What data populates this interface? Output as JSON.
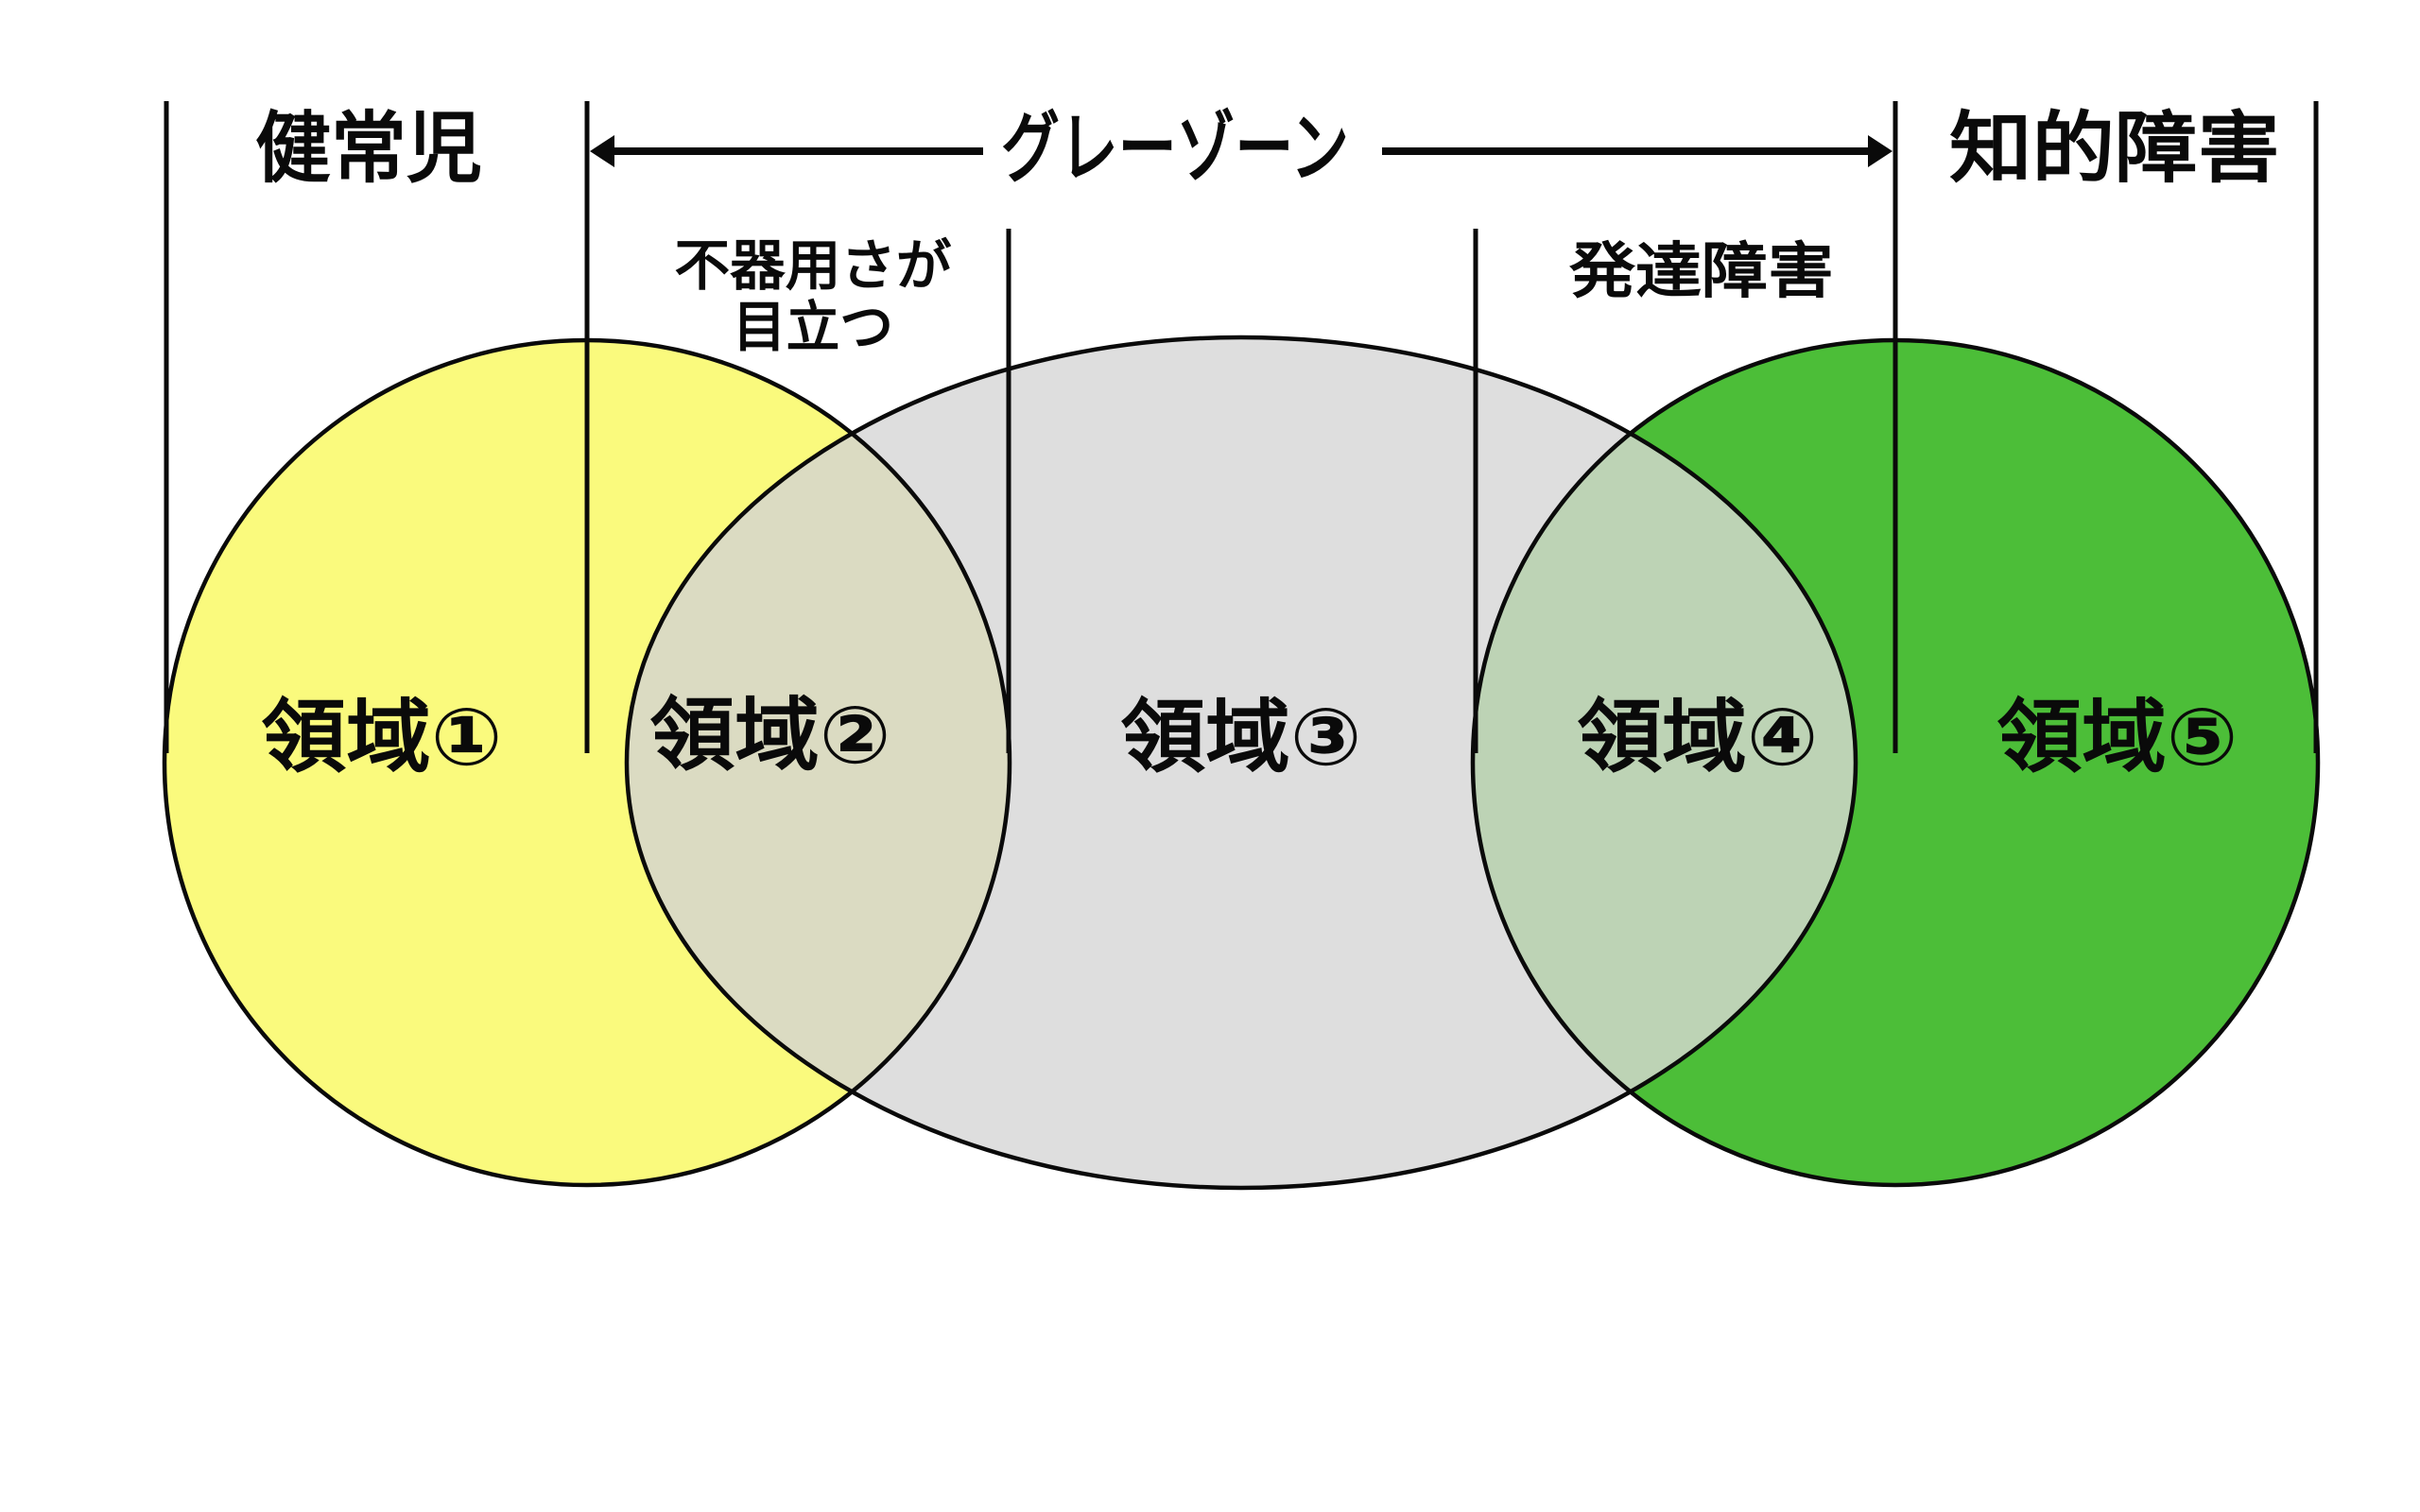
{
  "header": {
    "left_label": "健常児",
    "center_label": "グレーゾーン",
    "right_label": "知的障害"
  },
  "annotations": {
    "clumsiness_line1": "不器用さが",
    "clumsiness_line2": "目立つ",
    "developmental_label": "発達障害"
  },
  "regions": {
    "r1": "領域①",
    "r2": "領域②",
    "r3": "領域③",
    "r4": "領域④",
    "r5": "領域⑤"
  },
  "colors": {
    "yellow_circle": "#FAFA7D",
    "gray_ellipse": "#DEDEDE",
    "green_circle": "#4CBE38",
    "overlap_yellow_gray": "#DBDBC2",
    "overlap_gray_green": "#BDD3B5",
    "outline": "#0a0a0a"
  }
}
